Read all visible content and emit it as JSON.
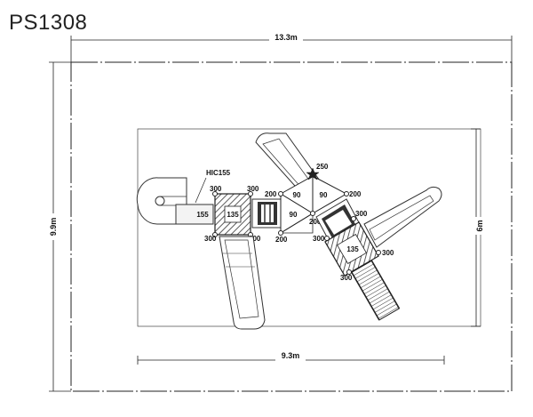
{
  "title": "PS1308",
  "dimensions": {
    "outer_width": "13.3m",
    "outer_height": "9.9m",
    "inner_width": "9.3m",
    "inner_height": "6m"
  },
  "labels": {
    "hic": "HIC155",
    "deck_left": "155",
    "tower_left": "135",
    "tower_right": "135",
    "tri_top_left": "90",
    "tri_top_right": "90",
    "tri_bottom": "90",
    "peak": "250",
    "post_a": "300",
    "post_b": "300",
    "post_c": "300",
    "post_d": "300",
    "post_e": "200",
    "post_f": "200",
    "post_g": "200",
    "post_h": "200",
    "post_i": "300",
    "post_j": "300",
    "post_k": "300",
    "post_l": "300"
  }
}
